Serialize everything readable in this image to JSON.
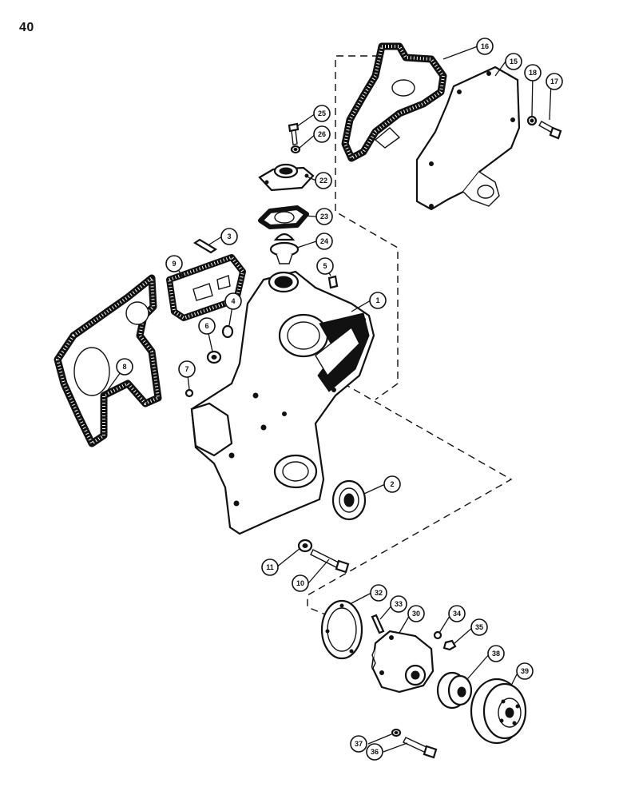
{
  "page": {
    "number": "40"
  },
  "callouts": {
    "c1": "1",
    "c2": "2",
    "c3": "3",
    "c4": "4",
    "c5": "5",
    "c6": "6",
    "c7": "7",
    "c8": "8",
    "c9": "9",
    "c10": "10",
    "c11": "11",
    "c15": "15",
    "c16": "16",
    "c17": "17",
    "c18": "18",
    "c22": "22",
    "c23": "23",
    "c24": "24",
    "c25": "25",
    "c26": "26",
    "c30": "30",
    "c32": "32",
    "c33": "33",
    "c34": "34",
    "c35": "35",
    "c36": "36",
    "c37": "37",
    "c38": "38",
    "c39": "39"
  }
}
